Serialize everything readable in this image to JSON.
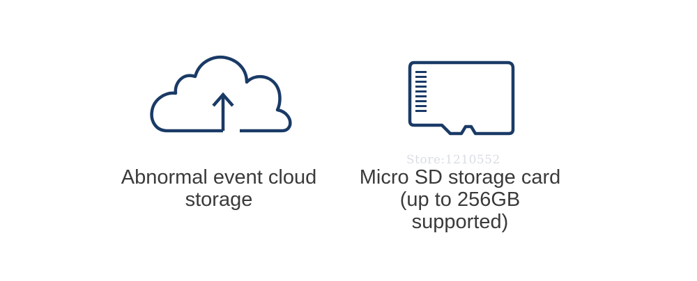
{
  "features": [
    {
      "icon": "cloud-upload-icon",
      "caption": "Abnormal event cloud\nstorage"
    },
    {
      "icon": "micro-sd-card-icon",
      "caption": "Micro SD storage card\n(up to 256GB\nsupported)"
    }
  ],
  "watermark": "Store:1210552",
  "colors": {
    "icon_stroke": "#1a3a66",
    "caption_text": "#3a3a3a",
    "background": "#ffffff"
  }
}
